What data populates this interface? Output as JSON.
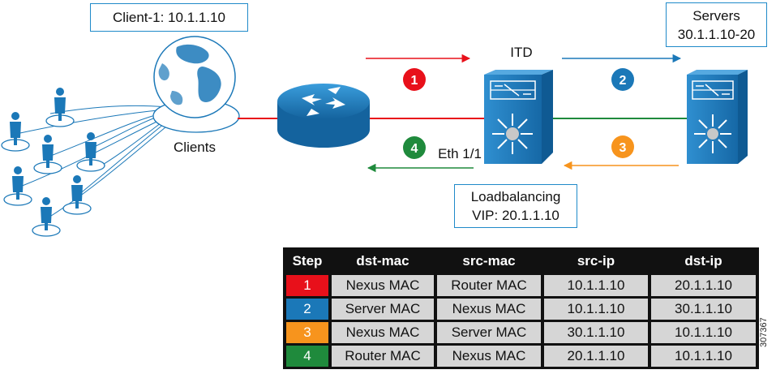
{
  "labels": {
    "client_box": "Client-1:  10.1.1.10",
    "clients": "Clients",
    "itd": "ITD",
    "servers_line1": "Servers",
    "servers_line2": "30.1.1.10-20",
    "eth": "Eth 1/1",
    "lb_line1": "Loadbalancing",
    "lb_line2": "VIP: 20.1.1.10",
    "figure_id": "307367"
  },
  "steps": [
    {
      "num": "1",
      "color": "#e8101a"
    },
    {
      "num": "2",
      "color": "#1b78b8"
    },
    {
      "num": "3",
      "color": "#f7941d"
    },
    {
      "num": "4",
      "color": "#1f8a3c"
    }
  ],
  "table": {
    "headers": [
      "Step",
      "dst-mac",
      "src-mac",
      "src-ip",
      "dst-ip"
    ],
    "rows": [
      {
        "step": "1",
        "color": "#e8101a",
        "dst_mac": "Nexus MAC",
        "src_mac": "Router MAC",
        "src_ip": "10.1.1.10",
        "dst_ip": "20.1.1.10"
      },
      {
        "step": "2",
        "color": "#1b78b8",
        "dst_mac": "Server MAC",
        "src_mac": "Nexus MAC",
        "src_ip": "10.1.1.10",
        "dst_ip": "30.1.1.10"
      },
      {
        "step": "3",
        "color": "#f7941d",
        "dst_mac": "Nexus MAC",
        "src_mac": "Server MAC",
        "src_ip": "30.1.1.10",
        "dst_ip": "10.1.1.10"
      },
      {
        "step": "4",
        "color": "#1f8a3c",
        "dst_mac": "Router MAC",
        "src_mac": "Nexus MAC",
        "src_ip": "20.1.1.10",
        "dst_ip": "10.1.1.10"
      }
    ]
  }
}
